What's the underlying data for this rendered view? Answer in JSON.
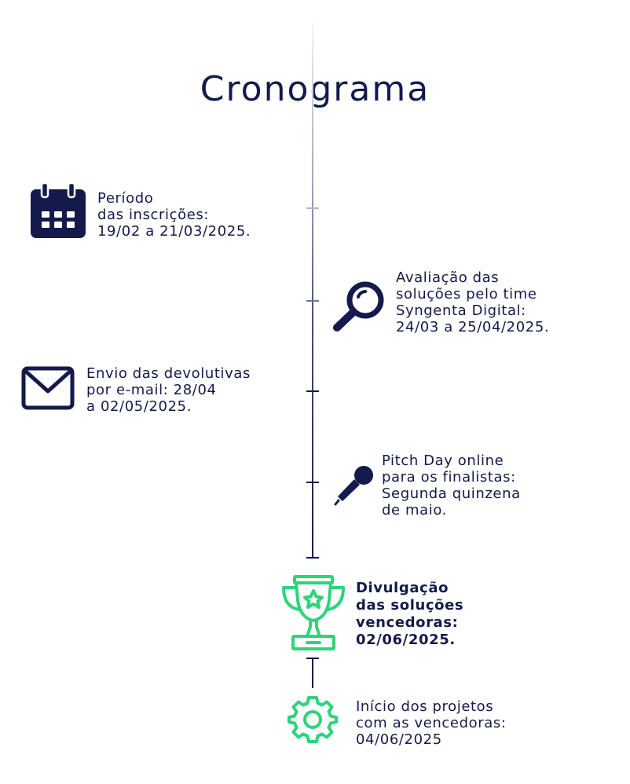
{
  "title": "Cronograma",
  "events": [
    {
      "icon": "calendar-icon",
      "text": "Período\ndas inscrições:\n19/02 a 21/03/2025."
    },
    {
      "icon": "magnifier-icon",
      "text": "Avaliação das\nsoluções pelo time\nSyngenta Digital:\n24/03 a 25/04/2025."
    },
    {
      "icon": "envelope-icon",
      "text": "Envio das devolutivas\npor e-mail: 28/04\na 02/05/2025."
    },
    {
      "icon": "microphone-icon",
      "text": "Pitch Day online\npara os finalistas:\nSegunda quinzena\nde maio."
    },
    {
      "icon": "trophy-icon",
      "text": "Divulgação\ndas soluções\nvencedoras:\n02/06/2025."
    },
    {
      "icon": "gear-icon",
      "text": "Início dos projetos\ncom as vencedoras:\n04/06/2025"
    }
  ],
  "colors": {
    "navy": "#141a4b",
    "green": "#2ed47a"
  }
}
